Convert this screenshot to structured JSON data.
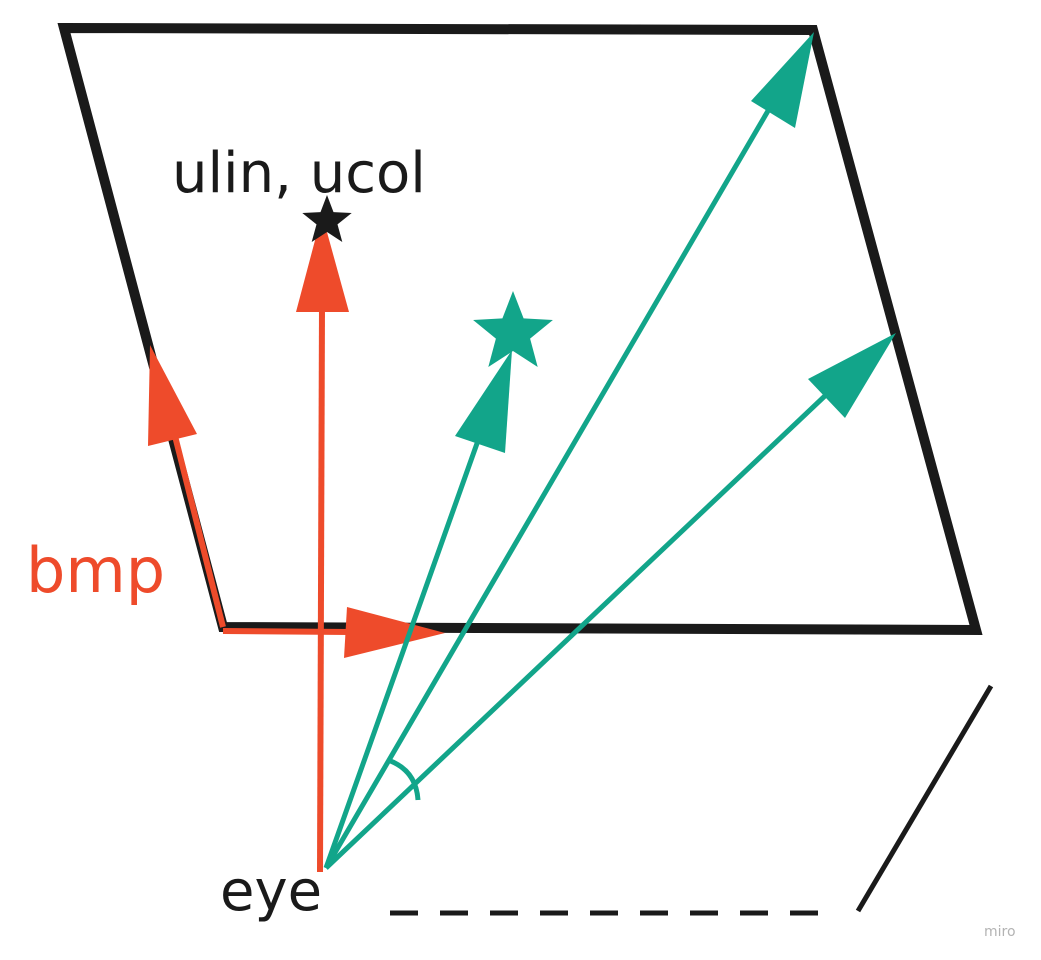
{
  "labels": {
    "target": "ulin, ucol",
    "bump": "bmp",
    "eye": "eye",
    "watermark": "miro"
  },
  "colors": {
    "outline": "#1a1a1a",
    "red": "#ee4b2b",
    "teal": "#12a58a",
    "watermark": "#b3b3b3"
  },
  "icons": {
    "target_marker": "star-icon",
    "ray_target_marker": "star-icon"
  }
}
